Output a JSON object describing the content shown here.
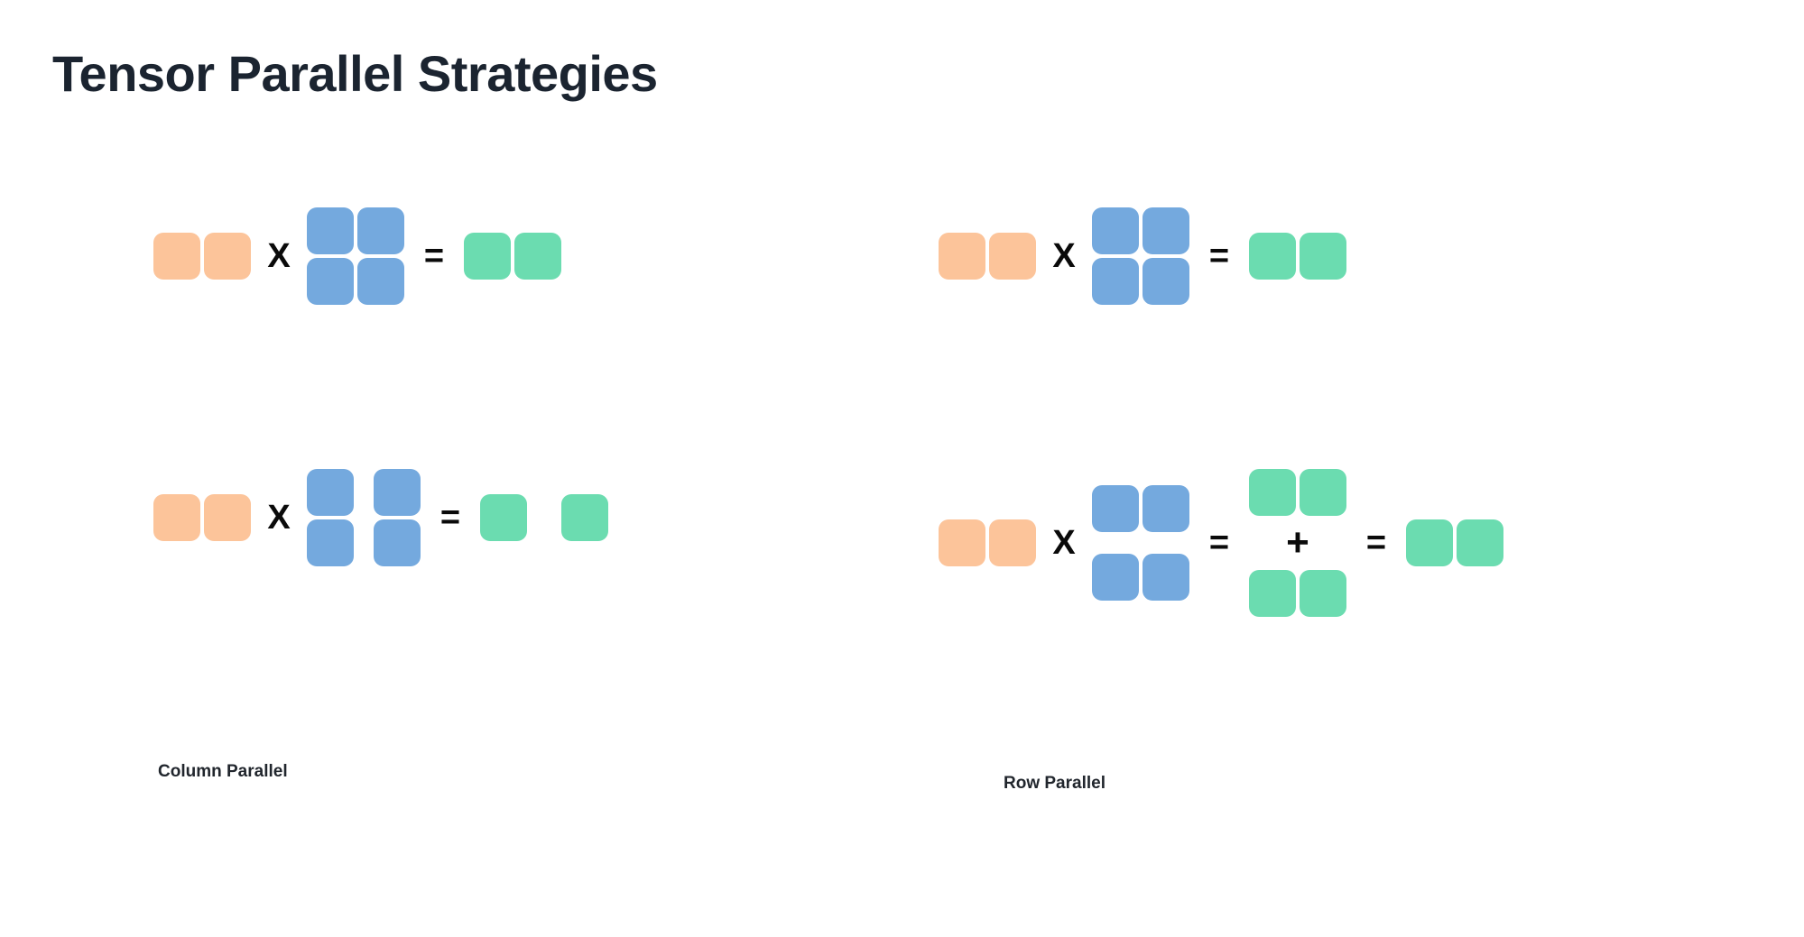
{
  "slide": {
    "title": "Tensor Parallel Strategies",
    "background_color": "#ffffff",
    "title_color": "#1b2430"
  },
  "palette": {
    "input_orange": "#fcc49a",
    "weight_blue": "#74a9de",
    "output_green": "#6bdcb0",
    "operator_black": "#0a0a0a"
  },
  "operators": {
    "multiply": "X",
    "equals": "=",
    "plus": "+"
  },
  "panels": [
    {
      "id": "column-parallel",
      "caption": "Column Parallel",
      "rows": [
        {
          "id": "column-parallel-reference",
          "description": "unsharded reference matmul",
          "input": {
            "color": "input_orange",
            "shape": [
              1,
              2
            ],
            "split": "none"
          },
          "weight": {
            "color": "weight_blue",
            "shape": [
              2,
              2
            ],
            "split": "none"
          },
          "output": {
            "color": "output_green",
            "shape": [
              1,
              2
            ],
            "split": "none"
          }
        },
        {
          "id": "column-parallel-sharded",
          "description": "weights sharded along columns, output sharded along columns",
          "input": {
            "color": "input_orange",
            "shape": [
              1,
              2
            ],
            "split": "none"
          },
          "weight": {
            "color": "weight_blue",
            "shape": [
              2,
              2
            ],
            "split": "columns"
          },
          "output": {
            "color": "output_green",
            "shape": [
              1,
              2
            ],
            "split": "columns"
          }
        }
      ]
    },
    {
      "id": "row-parallel",
      "caption": "Row Parallel",
      "rows": [
        {
          "id": "row-parallel-reference",
          "description": "unsharded reference matmul",
          "input": {
            "color": "input_orange",
            "shape": [
              1,
              2
            ],
            "split": "none"
          },
          "weight": {
            "color": "weight_blue",
            "shape": [
              2,
              2
            ],
            "split": "none"
          },
          "output": {
            "color": "output_green",
            "shape": [
              1,
              2
            ],
            "split": "none"
          }
        },
        {
          "id": "row-parallel-sharded",
          "description": "weights sharded along rows, partial outputs summed via all-reduce",
          "input": {
            "color": "input_orange",
            "shape": [
              1,
              2
            ],
            "split": "none"
          },
          "weight": {
            "color": "weight_blue",
            "shape": [
              2,
              2
            ],
            "split": "rows"
          },
          "partials": [
            {
              "color": "output_green",
              "shape": [
                1,
                2
              ],
              "split": "none"
            },
            {
              "color": "output_green",
              "shape": [
                1,
                2
              ],
              "split": "none"
            }
          ],
          "output": {
            "color": "output_green",
            "shape": [
              1,
              2
            ],
            "split": "none"
          }
        }
      ]
    }
  ]
}
